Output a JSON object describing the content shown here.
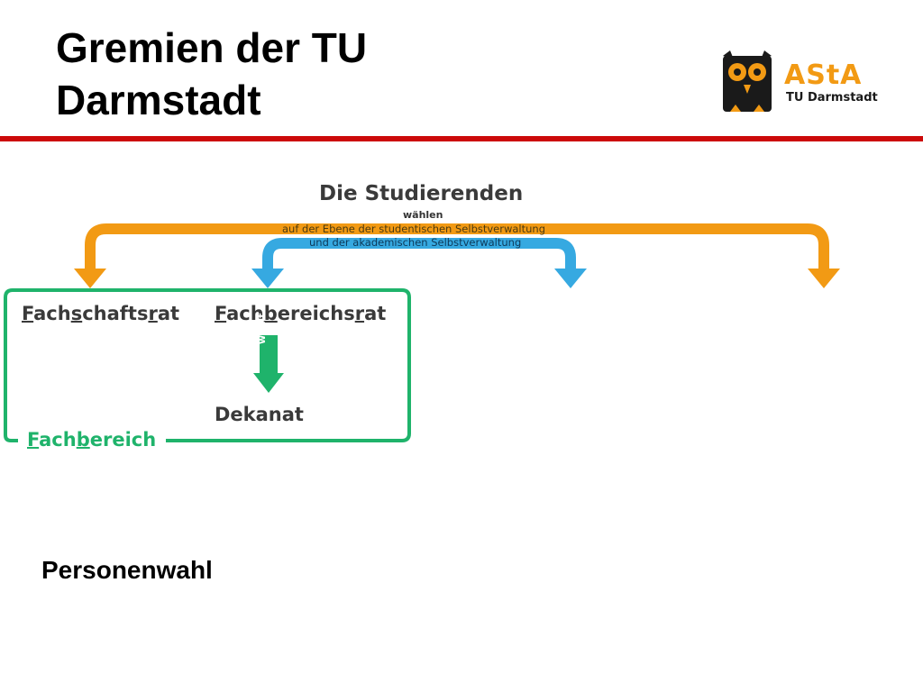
{
  "slide": {
    "title_line1": "Gremien der TU",
    "title_line2": "Darmstadt",
    "footer_label": "Personenwahl"
  },
  "logo": {
    "name": "AStA",
    "subtitle": "TU Darmstadt"
  },
  "diagram": {
    "heading": "Die Studierenden",
    "verb": "wählen",
    "line1": "auf der Ebene der studentischen Selbstverwaltung",
    "line2": "und der akademischen Selbstverwaltung",
    "node_fachschaftsrat": [
      "F",
      "ach",
      "s",
      "chafts",
      "r",
      "at"
    ],
    "node_fachbereichsrat": [
      "F",
      "ach",
      "b",
      "ereichs",
      "r",
      "at"
    ],
    "node_dekanat": "Dekanat",
    "node_fachbereich": [
      "F",
      "ach",
      "b",
      "ereich"
    ],
    "arrow_label": "wählt",
    "colors": {
      "student": "#f29a14",
      "academic": "#36a9e1",
      "faculty": "#1fb36b",
      "rule": "#cc0a0a"
    }
  }
}
